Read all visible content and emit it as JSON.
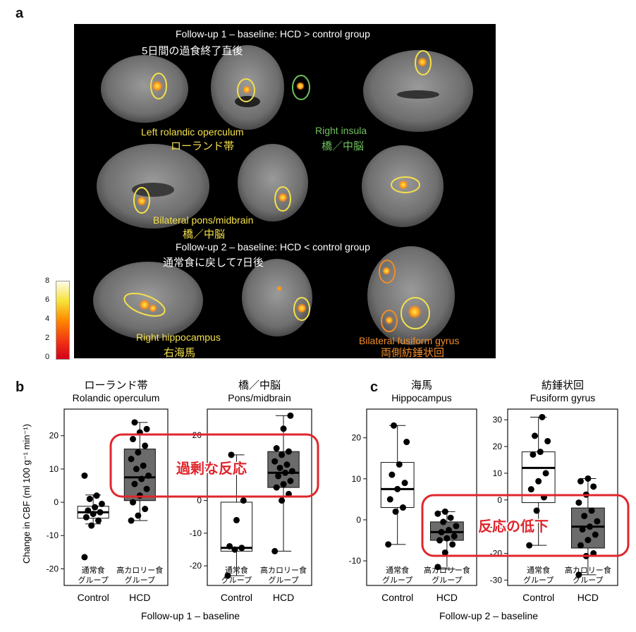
{
  "panel_a": {
    "letter": "a",
    "header1": "Follow-up 1 – baseline: HCD > control group",
    "header1_jp": "5日間の過食終了直後",
    "label_rolandic": "Left rolandic operculum",
    "label_rolandic_jp": "ローランド帯",
    "label_insula": "Right insula",
    "label_insula_jp": "橋／中脳",
    "label_pons": "Bilateral pons/midbrain",
    "label_pons_jp": "橋／中脳",
    "header2": "Follow-up 2 – baseline: HCD < control group",
    "header2_jp": "通常食に戻して7日後",
    "label_hippo": "Right hippocampus",
    "label_hippo_jp": "右海馬",
    "label_fusiform": "Bilateral fusiform gyrus",
    "label_fusiform_jp": "両側紡錘状回",
    "colorbar_ticks": [
      "8",
      "6",
      "4",
      "2",
      "0"
    ],
    "colors": {
      "yellow": "#f4e04a",
      "green": "#6fc25d",
      "orange": "#f28c28"
    }
  },
  "panel_b": {
    "letter": "b",
    "footer": "Follow-up 1 – baseline",
    "ylabel": "Change in CBF (ml 100 g⁻¹ min⁻¹)",
    "annotation": "過剰な反応"
  },
  "panel_c": {
    "letter": "c",
    "footer": "Follow-up 2 – baseline",
    "annotation": "反応の低下"
  },
  "group_labels": {
    "control_jp1": "通常食",
    "control_jp2": "グループ",
    "hcd_jp1": "高カロリー食",
    "hcd_jp2": "グループ",
    "control": "Control",
    "hcd": "HCD"
  },
  "chart_data": [
    {
      "type": "box",
      "title_jp": "ローランド帯",
      "title": "Rolandic operculum",
      "categories": [
        "Control",
        "HCD"
      ],
      "ylim": [
        -25,
        28
      ],
      "yticks": [
        -20,
        -10,
        0,
        10,
        20
      ],
      "boxes": [
        {
          "min": -6.5,
          "q1": -4.8,
          "median": -3,
          "q3": -1.2,
          "max": 2.2
        },
        {
          "min": -5.5,
          "q1": 0.5,
          "median": 7.5,
          "q3": 16,
          "max": 24
        }
      ],
      "points": [
        [
          -16.5,
          -7,
          -5.5,
          -4.5,
          -3.5,
          -3,
          -2.5,
          -1.5,
          -0.5,
          1,
          2,
          8
        ],
        [
          -5.5,
          -4,
          -2,
          0,
          2,
          4,
          5.5,
          7,
          8,
          10,
          11,
          13,
          15,
          17,
          19,
          21,
          22,
          24
        ]
      ]
    },
    {
      "type": "box",
      "title_jp": "橋／中脳",
      "title": "Pons/midbrain",
      "categories": [
        "Control",
        "HCD"
      ],
      "ylim": [
        -26,
        28
      ],
      "yticks": [
        -20,
        -10,
        0,
        10,
        20
      ],
      "boxes": [
        {
          "min": -23,
          "q1": -15.5,
          "median": -14.5,
          "q3": -0.5,
          "max": 14
        },
        {
          "min": -15.5,
          "q1": 4,
          "median": 8.5,
          "q3": 15,
          "max": 26
        }
      ],
      "points": [
        [
          -23,
          -15,
          -14.5,
          -14,
          -6,
          0,
          14
        ],
        [
          -15.5,
          0,
          2,
          4,
          5,
          6,
          7.5,
          8.5,
          9,
          10,
          11,
          12,
          14,
          15,
          16,
          22,
          26
        ]
      ]
    },
    {
      "type": "box",
      "title_jp": "海馬",
      "title": "Hippocampus",
      "categories": [
        "Control",
        "HCD"
      ],
      "ylim": [
        -16,
        27
      ],
      "yticks": [
        -10,
        0,
        10,
        20
      ],
      "boxes": [
        {
          "min": -6,
          "q1": 3,
          "median": 7.5,
          "q3": 14,
          "max": 23
        },
        {
          "min": -12,
          "q1": -5,
          "median": -3,
          "q3": -0.5,
          "max": 2
        }
      ],
      "points": [
        [
          -6,
          2,
          3,
          5,
          7.5,
          9,
          11,
          13.5,
          19,
          23
        ],
        [
          -11.5,
          -8,
          -6,
          -5,
          -4.5,
          -4,
          -3,
          -2.5,
          -1.5,
          -0.5,
          0.5,
          1.5,
          2
        ]
      ]
    },
    {
      "type": "box",
      "title_jp": "紡錘状回",
      "title": "Fusiform gyrus",
      "categories": [
        "Control",
        "HCD"
      ],
      "ylim": [
        -32,
        34
      ],
      "yticks": [
        -30,
        -20,
        -10,
        0,
        10,
        20,
        30
      ],
      "boxes": [
        {
          "min": -17,
          "q1": -1,
          "median": 12,
          "q3": 18,
          "max": 31
        },
        {
          "min": -28,
          "q1": -18,
          "median": -10,
          "q3": -3,
          "max": 8
        }
      ],
      "points": [
        [
          -17,
          -4,
          1,
          4,
          7,
          10,
          17,
          18,
          22,
          24,
          31
        ],
        [
          -28,
          -21,
          -20,
          -17,
          -15,
          -13,
          -11,
          -10,
          -8,
          -6,
          -4,
          -1,
          2,
          5,
          7,
          8
        ]
      ]
    }
  ]
}
